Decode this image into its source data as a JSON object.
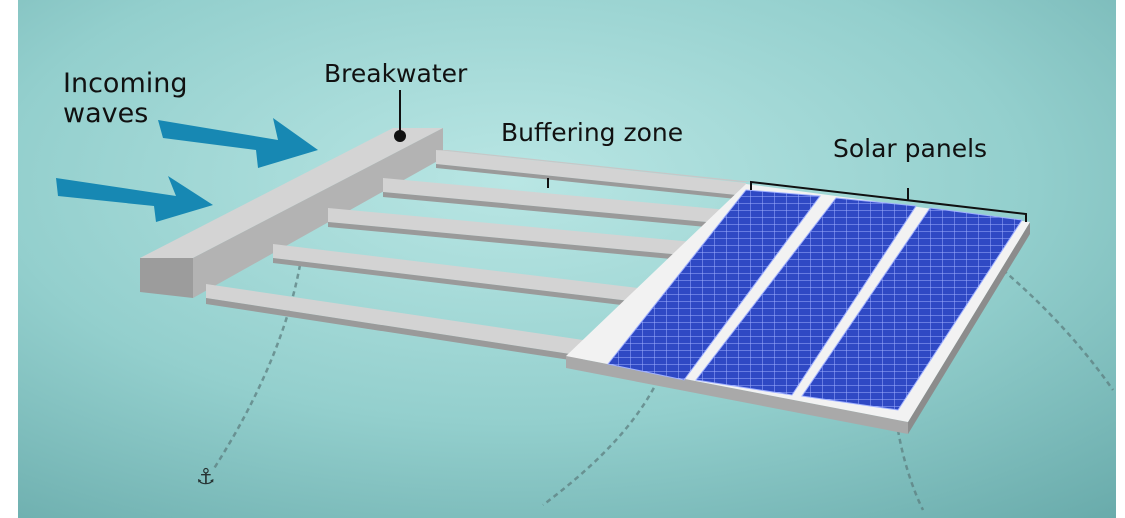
{
  "labels": {
    "incoming_line1": "Incoming",
    "incoming_line2": "waves",
    "breakwater": "Breakwater",
    "buffering_zone": "Buffering zone",
    "solar_panels": "Solar panels"
  },
  "colors": {
    "water_light": "#a9dcdb",
    "water_mid": "#86c6c6",
    "water_dark": "#5e9f9f",
    "arrow": "#1788b3",
    "concrete_top": "#cfcfcf",
    "concrete_side": "#8f8f8f",
    "platform_top": "#f2f2f2",
    "platform_edge": "#bdbdbd",
    "panel_cell": "#2f49c4",
    "panel_line": "#9fb0ff",
    "chain": "#5d7f80"
  }
}
